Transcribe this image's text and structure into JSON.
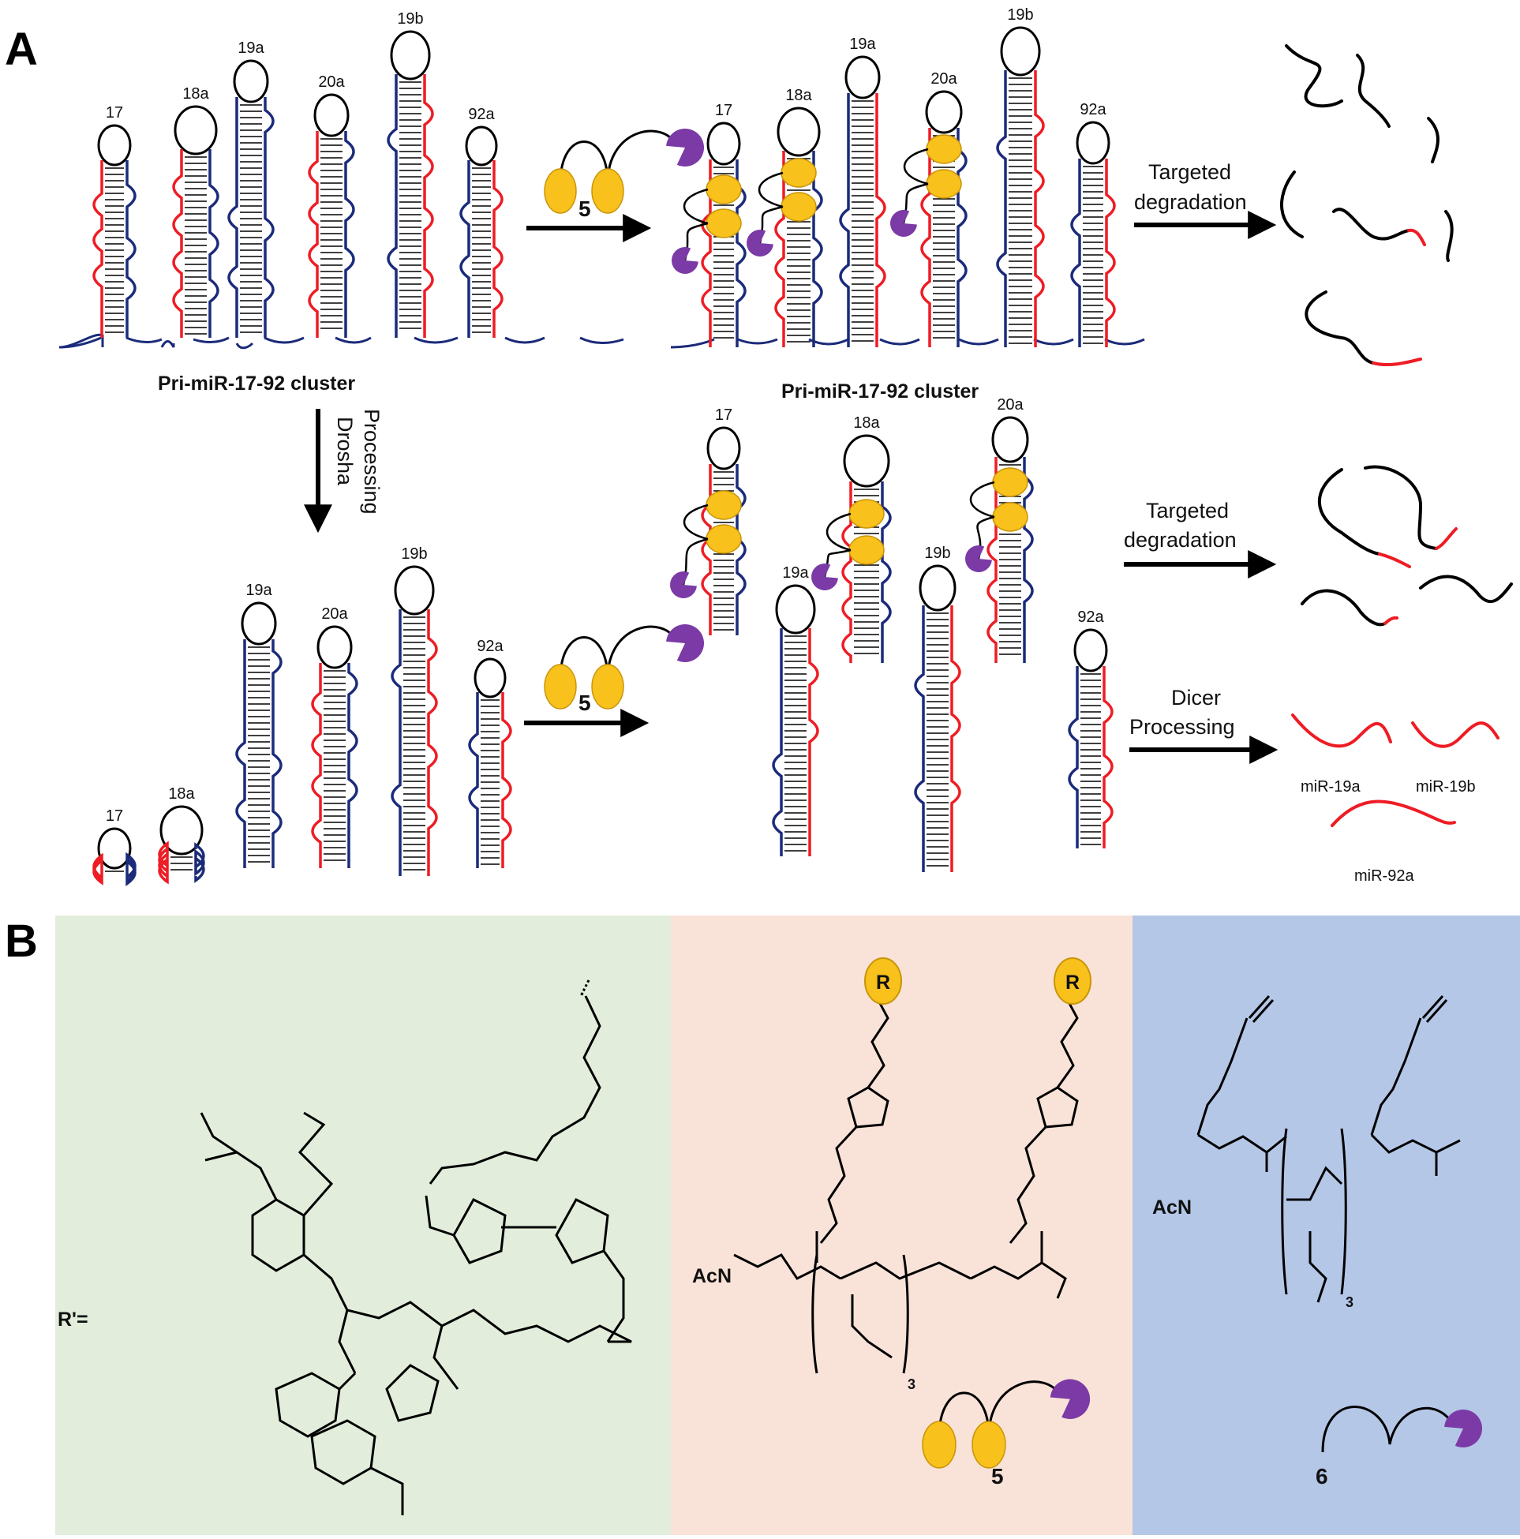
{
  "panels": {
    "a_letter": "A",
    "b_letter": "B"
  },
  "hairpins": [
    "17",
    "18a",
    "19a",
    "20a",
    "19b",
    "92a"
  ],
  "cluster_label": "Pri-miR-17-92 cluster",
  "drosha": {
    "line1": "Drosha",
    "line2": "Processing"
  },
  "compound5": "5",
  "compound6": "6",
  "targeted_degradation": {
    "line1": "Targeted",
    "line2": "degradation"
  },
  "dicer": {
    "line1": "Dicer",
    "line2": "Processing"
  },
  "mature": [
    "miR-19a",
    "miR-19b",
    "miR-92a"
  ],
  "panel_b": {
    "r_prime_label": "R'=",
    "r_label": "R",
    "acn_label": "AcN",
    "subscript_3": "3",
    "bg_colors": {
      "green": "#e2eedb",
      "peach": "#f9e3d8",
      "blue": "#b4c7e7"
    }
  },
  "colors": {
    "red": "#ee1c24",
    "navy": "#1b2b7a",
    "yellow": "#f8c11c",
    "purple": "#7b3aa6"
  },
  "icons": [
    "bead-icon",
    "pacman-icon",
    "hairpin-icon",
    "arrow-icon"
  ]
}
